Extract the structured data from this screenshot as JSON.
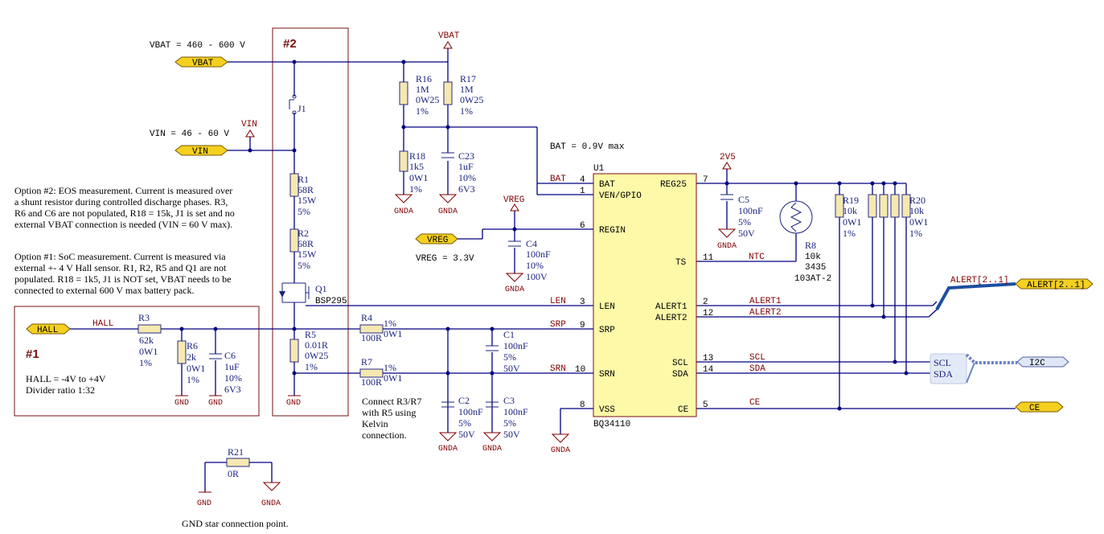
{
  "notes": {
    "vbat_range": "VBAT = 460 - 600 V",
    "vin_range": "VIN = 46 - 60 V",
    "bat_max": "BAT = 0.9V max",
    "vreg_value": "VREG = 3.3V",
    "option2": [
      "Option #2: EOS measurement. Current is measured over",
      "a shunt resistor during controlled discharge phases. R3,",
      "R6 and C6 are not populated, R18 = 15k, J1 is set and no",
      "external VBAT connection is needed (VIN = 60 V max)."
    ],
    "option1": [
      "Option #1: SoC measurement. Current is measured via",
      "external +- 4 V Hall sensor. R1, R2, R5 and Q1 are not",
      "populated. R18 = 1k5, J1 is NOT set, VBAT needs to be",
      "connected to external 600 V max battery pack."
    ],
    "hall_range": "HALL = -4V to +4V",
    "divider": "Divider ratio 1:32",
    "kelvin": [
      "Connect R3/R7",
      "with R5 using",
      "Kelvin",
      "connection."
    ],
    "star": "GND star connection point."
  },
  "boxes": {
    "option1": "#1",
    "option2": "#2"
  },
  "ports": {
    "vbat": "VBAT",
    "vin": "VIN",
    "hall": "HALL",
    "vreg": "VREG",
    "alert": "ALERT[2..1]",
    "i2c": "I2C",
    "ce": "CE"
  },
  "power": {
    "vbat": "VBAT",
    "vin": "VIN",
    "vreg": "VREG",
    "v2v5": "2V5",
    "gnda": "GNDA",
    "gnd": "GND"
  },
  "bus": {
    "label": "ALERT[2..1]",
    "scl": "SCL",
    "sda": "SDA"
  },
  "nets": {
    "hall": "HALL",
    "bat": "BAT",
    "len": "LEN",
    "srp": "SRP",
    "srn": "SRN",
    "ntc": "NTC",
    "alert1": "ALERT1",
    "alert2": "ALERT2",
    "scl": "SCL",
    "sda": "SDA",
    "ce": "CE"
  },
  "components": {
    "j1": "J1",
    "r1": {
      "ref": "R1",
      "v1": "68R",
      "v2": "15W",
      "v3": "5%"
    },
    "r2": {
      "ref": "R2",
      "v1": "68R",
      "v2": "15W",
      "v3": "5%"
    },
    "q1": {
      "ref": "Q1",
      "v1": "BSP295"
    },
    "r5": {
      "ref": "R5",
      "v1": "0.01R",
      "v2": "0W25",
      "v3": "1%"
    },
    "r16": {
      "ref": "R16",
      "v1": "1M",
      "v2": "0W25",
      "v3": "1%"
    },
    "r17": {
      "ref": "R17",
      "v1": "1M",
      "v2": "0W25",
      "v3": "1%"
    },
    "r18": {
      "ref": "R18",
      "v1": "1k5",
      "v2": "0W1",
      "v3": "1%"
    },
    "c23": {
      "ref": "C23",
      "v1": "1uF",
      "v2": "10%",
      "v3": "6V3"
    },
    "r3": {
      "ref": "R3",
      "v1": "62k",
      "v2": "0W1",
      "v3": "1%"
    },
    "r6": {
      "ref": "R6",
      "v1": "2k",
      "v2": "0W1",
      "v3": "1%"
    },
    "c6": {
      "ref": "C6",
      "v1": "1uF",
      "v2": "10%",
      "v3": "6V3"
    },
    "r4": {
      "ref": "R4",
      "v1": "100R",
      "v2": "0W1",
      "v3": "1%"
    },
    "r7": {
      "ref": "R7",
      "v1": "100R",
      "v2": "0W1",
      "v3": "1%"
    },
    "c1": {
      "ref": "C1",
      "v1": "100nF",
      "v2": "5%",
      "v3": "50V"
    },
    "c2": {
      "ref": "C2",
      "v1": "100nF",
      "v2": "5%",
      "v3": "50V"
    },
    "c3": {
      "ref": "C3",
      "v1": "100nF",
      "v2": "5%",
      "v3": "50V"
    },
    "c4": {
      "ref": "C4",
      "v1": "100nF",
      "v2": "10%",
      "v3": "100V"
    },
    "c5": {
      "ref": "C5",
      "v1": "100nF",
      "v2": "5%",
      "v3": "50V"
    },
    "r8": {
      "ref": "R8",
      "v1": "10k",
      "v2": "3435",
      "v3": "103AT-2"
    },
    "r19": {
      "ref": "R19",
      "v1": "10k",
      "v2": "0W1",
      "v3": "1%"
    },
    "r20": {
      "ref": "R20",
      "v1": "10k",
      "v2": "0W1",
      "v3": "1%"
    },
    "r21": {
      "ref": "R21",
      "v1": "0R"
    }
  },
  "u1": {
    "ref": "U1",
    "part": "BQ34110",
    "pins": {
      "bat": {
        "name": "BAT",
        "num": "4"
      },
      "ven": {
        "name": "VEN/GPIO",
        "num": "1"
      },
      "regin": {
        "name": "REGIN",
        "num": "6"
      },
      "len": {
        "name": "LEN",
        "num": "3"
      },
      "srp": {
        "name": "SRP",
        "num": "9"
      },
      "srn": {
        "name": "SRN",
        "num": "10"
      },
      "vss": {
        "name": "VSS",
        "num": "8"
      },
      "reg25": {
        "name": "REG25",
        "num": "7"
      },
      "ts": {
        "name": "TS",
        "num": "11"
      },
      "alert1": {
        "name": "ALERT1",
        "num": "2"
      },
      "alert2": {
        "name": "ALERT2",
        "num": "12"
      },
      "scl": {
        "name": "SCL",
        "num": "13"
      },
      "sda": {
        "name": "SDA",
        "num": "14"
      },
      "ce": {
        "name": "CE",
        "num": "5"
      }
    }
  },
  "colors": {
    "wire": "#000080",
    "port_fill": "#f5d020",
    "ic_fill": "#fdf9a8",
    "box_border": "#7a1010",
    "net_label": "#800000"
  }
}
